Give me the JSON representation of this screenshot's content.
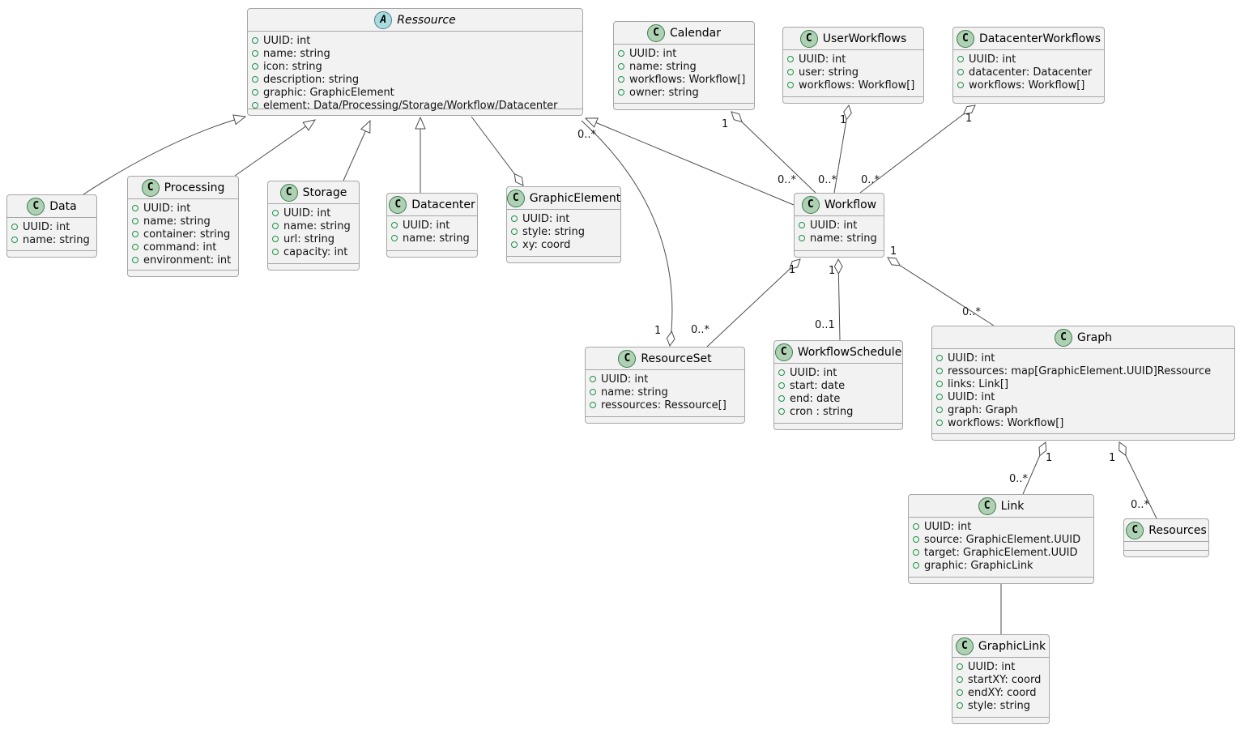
{
  "diagram": {
    "kind": "UML class diagram",
    "background": "#ffffff"
  },
  "colors": {
    "class_fill": "#f2f2f2",
    "class_border": "#a6a6a6",
    "class_icon_fill": "#add1b2",
    "abstract_icon_fill": "#a9dcdf",
    "field_icon_green": "#1f9148",
    "edge_line": "#4d4d4d"
  },
  "classes": [
    {
      "icon": "A",
      "name": "Ressource",
      "stereotype": "abstract",
      "attrs": [
        "UUID: int",
        "name: string",
        "icon: string",
        "description: string",
        "graphic: GraphicElement",
        "element: Data/Processing/Storage/Workflow/Datacenter"
      ]
    },
    {
      "icon": "C",
      "name": "Calendar",
      "stereotype": "class",
      "attrs": [
        "UUID: int",
        "name: string",
        "workflows: Workflow[]",
        "owner: string"
      ]
    },
    {
      "icon": "C",
      "name": "UserWorkflows",
      "stereotype": "class",
      "attrs": [
        "UUID: int",
        "user: string",
        "workflows: Workflow[]"
      ]
    },
    {
      "icon": "C",
      "name": "DatacenterWorkflows",
      "stereotype": "class",
      "attrs": [
        "UUID: int",
        "datacenter: Datacenter",
        "workflows: Workflow[]"
      ]
    },
    {
      "icon": "C",
      "name": "Data",
      "stereotype": "class",
      "attrs": [
        "UUID: int",
        "name: string"
      ]
    },
    {
      "icon": "C",
      "name": "Processing",
      "stereotype": "class",
      "attrs": [
        "UUID: int",
        "name: string",
        "container: string",
        "command: int",
        "environment: int"
      ]
    },
    {
      "icon": "C",
      "name": "Storage",
      "stereotype": "class",
      "attrs": [
        "UUID: int",
        "name: string",
        "url: string",
        "capacity: int"
      ]
    },
    {
      "icon": "C",
      "name": "Datacenter",
      "stereotype": "class",
      "attrs": [
        "UUID: int",
        "name: string"
      ]
    },
    {
      "icon": "C",
      "name": "GraphicElement",
      "stereotype": "class",
      "attrs": [
        "UUID: int",
        "style: string",
        "xy: coord"
      ]
    },
    {
      "icon": "C",
      "name": "Workflow",
      "stereotype": "class",
      "attrs": [
        "UUID: int",
        "name: string"
      ]
    },
    {
      "icon": "C",
      "name": "ResourceSet",
      "stereotype": "class",
      "attrs": [
        "UUID: int",
        "name: string",
        "ressources: Ressource[]"
      ]
    },
    {
      "icon": "C",
      "name": "WorkflowSchedule",
      "stereotype": "class",
      "attrs": [
        "UUID: int",
        "start: date",
        "end: date",
        "cron : string"
      ]
    },
    {
      "icon": "C",
      "name": "Graph",
      "stereotype": "class",
      "attrs": [
        "UUID: int",
        "ressources: map[GraphicElement.UUID]Ressource",
        "links: Link[]",
        "UUID: int",
        "graph: Graph",
        "workflows: Workflow[]"
      ]
    },
    {
      "icon": "C",
      "name": "Link",
      "stereotype": "class",
      "attrs": [
        "UUID: int",
        "source: GraphicElement.UUID",
        "target: GraphicElement.UUID",
        "graphic: GraphicLink"
      ]
    },
    {
      "icon": "C",
      "name": "Resources",
      "stereotype": "class",
      "attrs": []
    },
    {
      "icon": "C",
      "name": "GraphicLink",
      "stereotype": "class",
      "attrs": [
        "UUID: int",
        "startXY: coord",
        "endXY: coord",
        "style: string"
      ]
    }
  ],
  "edges": [
    {
      "source": "Data",
      "target": "Ressource",
      "type": "generalization"
    },
    {
      "source": "Processing",
      "target": "Ressource",
      "type": "generalization"
    },
    {
      "source": "Storage",
      "target": "Ressource",
      "type": "generalization"
    },
    {
      "source": "Datacenter",
      "target": "Ressource",
      "type": "generalization"
    },
    {
      "source": "Workflow",
      "target": "Ressource",
      "type": "generalization"
    },
    {
      "source": "Ressource",
      "target": "GraphicElement",
      "type": "aggregation",
      "diamond_at": "GraphicElement"
    },
    {
      "source": "Calendar",
      "target": "Workflow",
      "type": "aggregation",
      "diamond_at": "Calendar",
      "source_mult": "1",
      "target_mult": "0..*"
    },
    {
      "source": "UserWorkflows",
      "target": "Workflow",
      "type": "aggregation",
      "diamond_at": "UserWorkflows",
      "source_mult": "1",
      "target_mult": "0..*"
    },
    {
      "source": "DatacenterWorkflows",
      "target": "Workflow",
      "type": "aggregation",
      "diamond_at": "DatacenterWorkflows",
      "source_mult": "1",
      "target_mult": "0..*"
    },
    {
      "source": "ResourceSet",
      "target": "Ressource",
      "type": "aggregation",
      "diamond_at": "ResourceSet",
      "source_mult": "1",
      "target_mult": "0..*"
    },
    {
      "source": "Workflow",
      "target": "ResourceSet",
      "type": "aggregation",
      "diamond_at": "Workflow",
      "source_mult": "1",
      "target_mult": "0..*"
    },
    {
      "source": "Workflow",
      "target": "WorkflowSchedule",
      "type": "aggregation",
      "diamond_at": "Workflow",
      "source_mult": "1",
      "target_mult": "0..1"
    },
    {
      "source": "Workflow",
      "target": "Graph",
      "type": "aggregation",
      "diamond_at": "Workflow",
      "source_mult": "1",
      "target_mult": "0..*"
    },
    {
      "source": "Graph",
      "target": "Link",
      "type": "aggregation",
      "diamond_at": "Graph",
      "source_mult": "1",
      "target_mult": "0..*"
    },
    {
      "source": "Graph",
      "target": "Resources",
      "type": "aggregation",
      "diamond_at": "Graph",
      "source_mult": "1",
      "target_mult": "0..*"
    },
    {
      "source": "Link",
      "target": "GraphicLink",
      "type": "association"
    }
  ]
}
